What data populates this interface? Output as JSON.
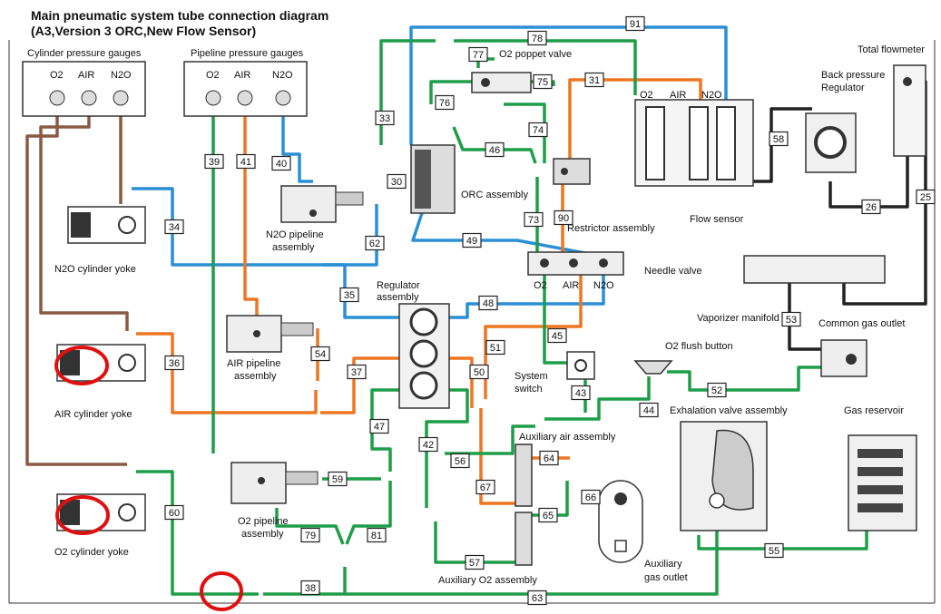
{
  "title": {
    "line1": "Main pneumatic system tube connection diagram",
    "line2": "(A3,Version 3 ORC,New Flow Sensor)"
  },
  "colors": {
    "o2_green": "#1e9e48",
    "air_orange": "#ee7622",
    "n2o_blue": "#2b8fd6",
    "cylinder_brown": "#8a5a44",
    "black_tube": "#222222",
    "highlight_red": "#e01010"
  },
  "gas_labels": {
    "o2": "O2",
    "air": "AIR",
    "n2o": "N2O"
  },
  "component_labels": {
    "cylinder_gauges": "Cylinder pressure gauges",
    "pipeline_gauges": "Pipeline pressure gauges",
    "o2_poppet": "O2 poppet valve",
    "orc": "ORC assembly",
    "restrictor": "Restrictor assembly",
    "flow_sensor": "Flow sensor",
    "back_pressure_1": "Back pressure",
    "back_pressure_2": "Regulator",
    "total_flowmeter": "Total flowmeter",
    "n2o_pipeline_1": "N2O pipeline",
    "n2o_pipeline_2": "assembly",
    "n2o_yoke": "N2O cylinder yoke",
    "needle_valve": "Needle valve",
    "regulator_1": "Regulator",
    "regulator_2": "assembly",
    "air_pipeline_1": "AIR pipeline",
    "air_pipeline_2": "assembly",
    "air_yoke": "AIR cylinder yoke",
    "vaporizer": "Vaporizer manifold",
    "common_gas": "Common gas outlet",
    "o2_flush": "O2 flush button",
    "system_switch_1": "System",
    "system_switch_2": "switch",
    "exhalation": "Exhalation valve assembly",
    "gas_reservoir": "Gas reservoir",
    "aux_air": "Auxiliary air assembly",
    "o2_pipeline_1": "O2 pipeline",
    "o2_pipeline_2": "assembly",
    "o2_yoke": "O2 cylinder yoke",
    "aux_o2": "Auxiliary O2 assembly",
    "aux_outlet_1": "Auxiliary",
    "aux_outlet_2": "gas outlet"
  },
  "tube_numbers": [
    "91",
    "78",
    "77",
    "75",
    "31",
    "76",
    "74",
    "33",
    "46",
    "58",
    "30",
    "90",
    "73",
    "26",
    "25",
    "49",
    "34",
    "40",
    "39",
    "41",
    "62",
    "35",
    "48",
    "53",
    "36",
    "54",
    "37",
    "51",
    "50",
    "45",
    "43",
    "44",
    "52",
    "47",
    "42",
    "56",
    "64",
    "67",
    "59",
    "60",
    "65",
    "66",
    "79",
    "81",
    "57",
    "55",
    "38",
    "63"
  ]
}
